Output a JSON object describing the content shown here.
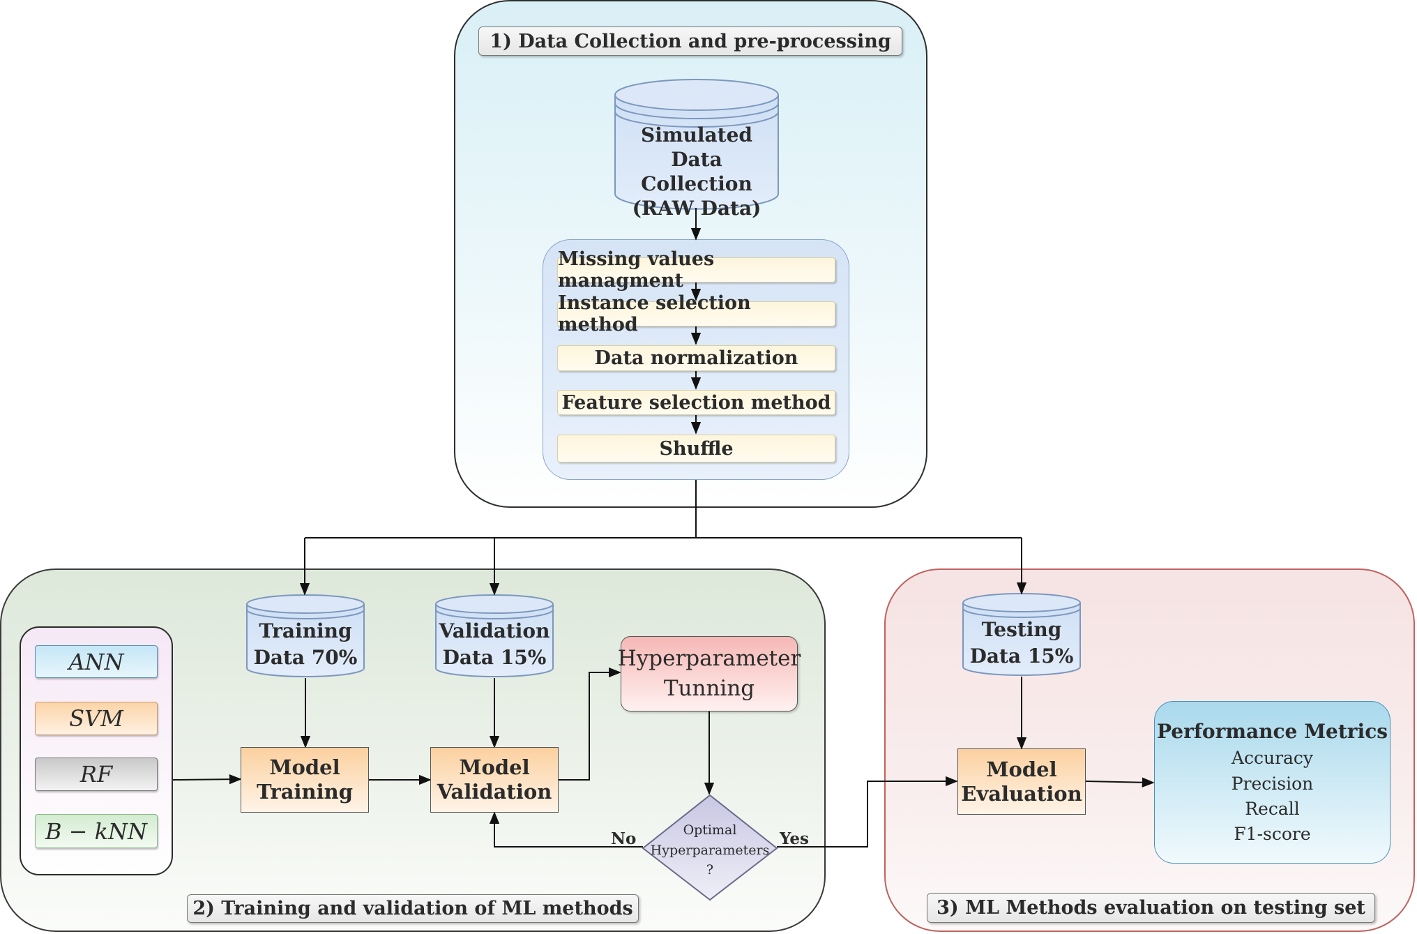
{
  "panel_1": {
    "title": "1) Data Collection and pre-processing",
    "raw_data": [
      "Simulated",
      "Data Collection",
      "(RAW Data)"
    ],
    "steps": [
      "Missing values managment",
      "Instance selection method",
      "Data normalization",
      "Feature selection method",
      "Shuffle"
    ]
  },
  "panel_2": {
    "title": "2) Training and validation of ML methods",
    "methods": [
      "ANN",
      "SVM",
      "RF",
      "B − kNN"
    ],
    "training_data": [
      "Training",
      "Data 70%"
    ],
    "validation_data": [
      "Validation",
      "Data 15%"
    ],
    "model_training": [
      "Model",
      "Training"
    ],
    "model_validation": [
      "Model",
      "Validation"
    ],
    "hyperparameter_tuning": [
      "Hyperparameter",
      "Tunning"
    ],
    "decision": [
      "Optimal",
      "Hyperparameters",
      "?"
    ],
    "no_label": "No",
    "yes_label": "Yes"
  },
  "panel_3": {
    "title": "3) ML Methods evaluation on testing set",
    "testing_data": [
      "Testing",
      "Data 15%"
    ],
    "model_evaluation": [
      "Model",
      "Evaluation"
    ],
    "performance_title": "Performance Metrics",
    "metrics": [
      "Accuracy",
      "Precision",
      "Recall",
      "F1-score"
    ]
  },
  "colors": {
    "panel_1_bg": "#d9f0f6",
    "panel_2_bg": "#dde8da",
    "panel_3_bg": "#f6e3e3",
    "panel_3_border": "#c0625e",
    "cylinder_fill": "#d5e4f6",
    "cylinder_stroke": "#7d97bd",
    "step_fill": "#fdf5dc",
    "model_fill": "#fbd09f",
    "hyper_fill": "#f5b8b5",
    "decision_fill": "#d4d3ea",
    "perf_fill": "#a9d9ec"
  }
}
